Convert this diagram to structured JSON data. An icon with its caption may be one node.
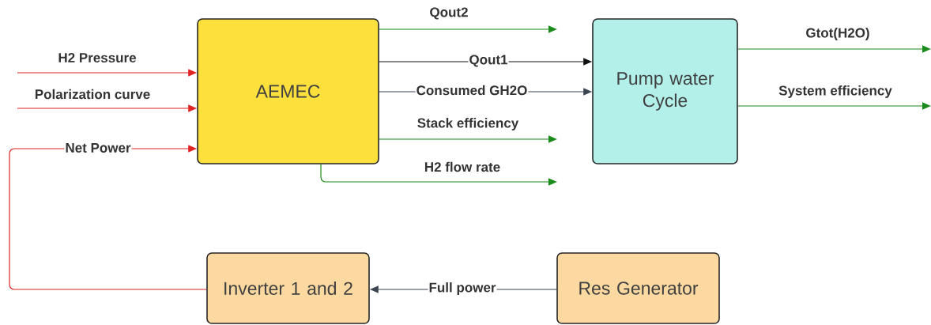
{
  "diagram": {
    "nodes": [
      {
        "text": [
          "AEMEC"
        ]
      },
      {
        "text": [
          "Pump water Cycle"
        ]
      },
      {
        "text": [
          "Inverter 1 and 2"
        ]
      },
      {
        "text": [
          "Res Generator"
        ]
      }
    ],
    "edges": [
      {
        "from": null,
        "to": 0,
        "arrow": "to",
        "label": "H2 Pressure",
        "color": "#e02323"
      },
      {
        "from": null,
        "to": 0,
        "arrow": "to",
        "label": "Polarization curve",
        "color": "#e02323"
      },
      {
        "from": 2,
        "to": 0,
        "arrow": "to",
        "label": "Net Power",
        "color": "#e02323"
      },
      {
        "from": 0,
        "to": null,
        "arrow": "to",
        "label": "Qout2"
      },
      {
        "from": 0,
        "to": 1,
        "arrow": "to",
        "label": "Qout1",
        "color": "#111111"
      },
      {
        "from": 0,
        "to": 1,
        "arrow": "to",
        "label": "Consumed GH2O",
        "color": "#3b4450"
      },
      {
        "from": 0,
        "to": null,
        "arrow": "to",
        "label": "Stack efficiency"
      },
      {
        "from": 0,
        "to": null,
        "arrow": "to",
        "label": "H2 flow rate"
      },
      {
        "from": 1,
        "to": null,
        "arrow": "to",
        "label": "Gtot(H2O)"
      },
      {
        "from": 1,
        "to": null,
        "arrow": "to",
        "label": "System efficiency"
      },
      {
        "from": 3,
        "to": 2,
        "arrow": "to",
        "label": "Full power",
        "color": "#3b4450"
      }
    ]
  }
}
